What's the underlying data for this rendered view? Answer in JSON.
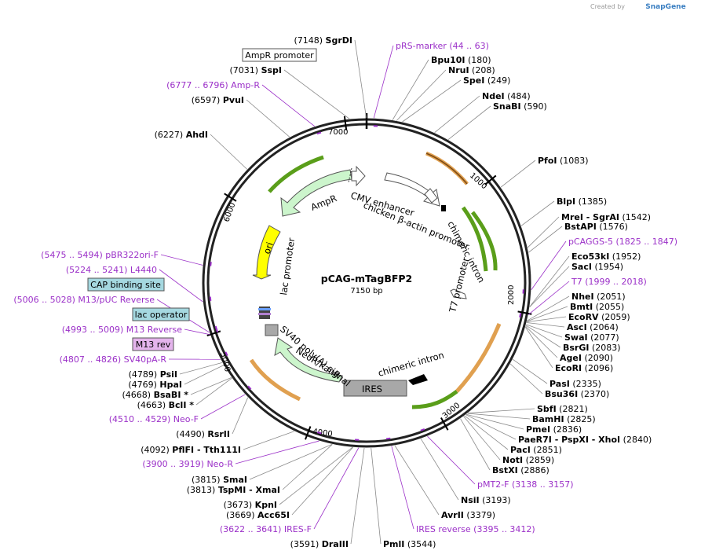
{
  "credit": {
    "prefix": "Created by",
    "brand": "SnapGene"
  },
  "title": "pCAG-mTagBFP2",
  "subtitle": "7150 bp",
  "ticks": [
    "1000",
    "2000",
    "3000",
    "4000",
    "5000",
    "6000",
    "7000"
  ],
  "features": {
    "cmv_enhancer": "CMV enhancer",
    "chicken_promoter": "chicken β-actin promoter",
    "chimeric_intron_top": "chimeric intron",
    "t7_promoter": "T7 promoter",
    "chimeric_intron_bottom": "chimeric intron",
    "ires": "IRES",
    "sv40": "SV40 poly(A) signal",
    "neokan": "NeoR/KanR",
    "lac_promoter": "lac promoter",
    "ori": "ori",
    "ampr": "AmpR"
  },
  "boxed_labels": {
    "ampr_promoter": "AmpR promoter",
    "cap_binding_site": "CAP binding site",
    "lac_operator": "lac operator",
    "m13_rev": "M13 rev"
  },
  "sites": [
    {
      "pre": "(7148)",
      "name": "SgrDI"
    },
    {
      "pre": "(7031)",
      "name": "SspI"
    },
    {
      "pre": "(6597)",
      "name": "PvuI"
    },
    {
      "pre": "(6227)",
      "name": "AhdI"
    },
    {
      "name": "Bpu10I",
      "post": "(180)"
    },
    {
      "name": "NruI",
      "post": "(208)"
    },
    {
      "name": "SpeI",
      "post": "(249)"
    },
    {
      "name": "NdeI",
      "post": "(484)"
    },
    {
      "name": "SnaBI",
      "post": "(590)"
    },
    {
      "name": "PfoI",
      "post": "(1083)"
    },
    {
      "name": "BlpI",
      "post": "(1385)"
    },
    {
      "name": "MreI - SgrAI",
      "post": "(1542)"
    },
    {
      "name": "BstAPI",
      "post": "(1576)"
    },
    {
      "name": "Eco53kI",
      "post": "(1952)"
    },
    {
      "name": "SacI",
      "post": "(1954)"
    },
    {
      "name": "NheI",
      "post": "(2051)"
    },
    {
      "name": "BmtI",
      "post": "(2055)"
    },
    {
      "name": "EcoRV",
      "post": "(2059)"
    },
    {
      "name": "AscI",
      "post": "(2064)"
    },
    {
      "name": "SwaI",
      "post": "(2077)"
    },
    {
      "name": "BsrGI",
      "post": "(2083)"
    },
    {
      "name": "AgeI",
      "post": "(2090)"
    },
    {
      "name": "EcoRI",
      "post": "(2096)"
    },
    {
      "name": "PasI",
      "post": "(2335)"
    },
    {
      "name": "Bsu36I",
      "post": "(2370)"
    },
    {
      "name": "SbfI",
      "post": "(2821)"
    },
    {
      "name": "BamHI",
      "post": "(2825)"
    },
    {
      "name": "PmeI",
      "post": "(2836)"
    },
    {
      "name": "PaeR7I - PspXI - XhoI",
      "post": "(2840)"
    },
    {
      "name": "PacI",
      "post": "(2851)"
    },
    {
      "name": "NotI",
      "post": "(2859)"
    },
    {
      "name": "BstXI",
      "post": "(2886)"
    },
    {
      "name": "NsiI",
      "post": "(3193)"
    },
    {
      "name": "AvrII",
      "post": "(3379)"
    },
    {
      "name": "PmlI",
      "post": "(3544)"
    },
    {
      "pre": "(3591)",
      "name": "DraIII"
    },
    {
      "pre": "(3669)",
      "name": "Acc65I"
    },
    {
      "pre": "(3673)",
      "name": "KpnI"
    },
    {
      "pre": "(3813)",
      "name": "TspMI - XmaI"
    },
    {
      "pre": "(3815)",
      "name": "SmaI"
    },
    {
      "pre": "(4092)",
      "name": "PflFI - Tth111I"
    },
    {
      "pre": "(4490)",
      "name": "RsrII"
    },
    {
      "pre": "(4663)",
      "name": "BclI *"
    },
    {
      "pre": "(4668)",
      "name": "BsaBI *"
    },
    {
      "pre": "(4769)",
      "name": "HpaI"
    },
    {
      "pre": "(4789)",
      "name": "PsiI"
    }
  ],
  "primers": [
    {
      "text": "pRS-marker   (44 .. 63)"
    },
    {
      "text": "(6777 .. 6796)  Amp-R"
    },
    {
      "text": "pCAGGS-5   (1825 .. 1847)"
    },
    {
      "text": "T7   (1999 .. 2018)"
    },
    {
      "text": "pMT2-F   (3138 .. 3157)"
    },
    {
      "text": "IRES reverse   (3395 .. 3412)"
    },
    {
      "text": "(3622 .. 3641)  IRES-F"
    },
    {
      "text": "(3900 .. 3919)  Neo-R"
    },
    {
      "text": "(4510 .. 4529)  Neo-F"
    },
    {
      "text": "(4807 .. 4826)  SV40pA-R"
    },
    {
      "text": "(4993 .. 5009)  M13 Reverse"
    },
    {
      "text": "(5006 .. 5028)  M13/pUC Reverse"
    },
    {
      "text": "(5224 .. 5241)  L4440"
    },
    {
      "text": "(5475 .. 5494)  pBR322ori-F"
    }
  ],
  "colors": {
    "purple": "#9b30c8",
    "ampr_fill": "#ccf5cc",
    "ori_fill": "#ffff00",
    "neo_fill": "#ccf5cc",
    "ires_fill": "#a8a8a8",
    "primer_fwd": "#5a9e1a",
    "primer_orange": "#e0a050",
    "cap_fill": "#a5d8e0",
    "m13_fill": "#e4b4ec"
  }
}
